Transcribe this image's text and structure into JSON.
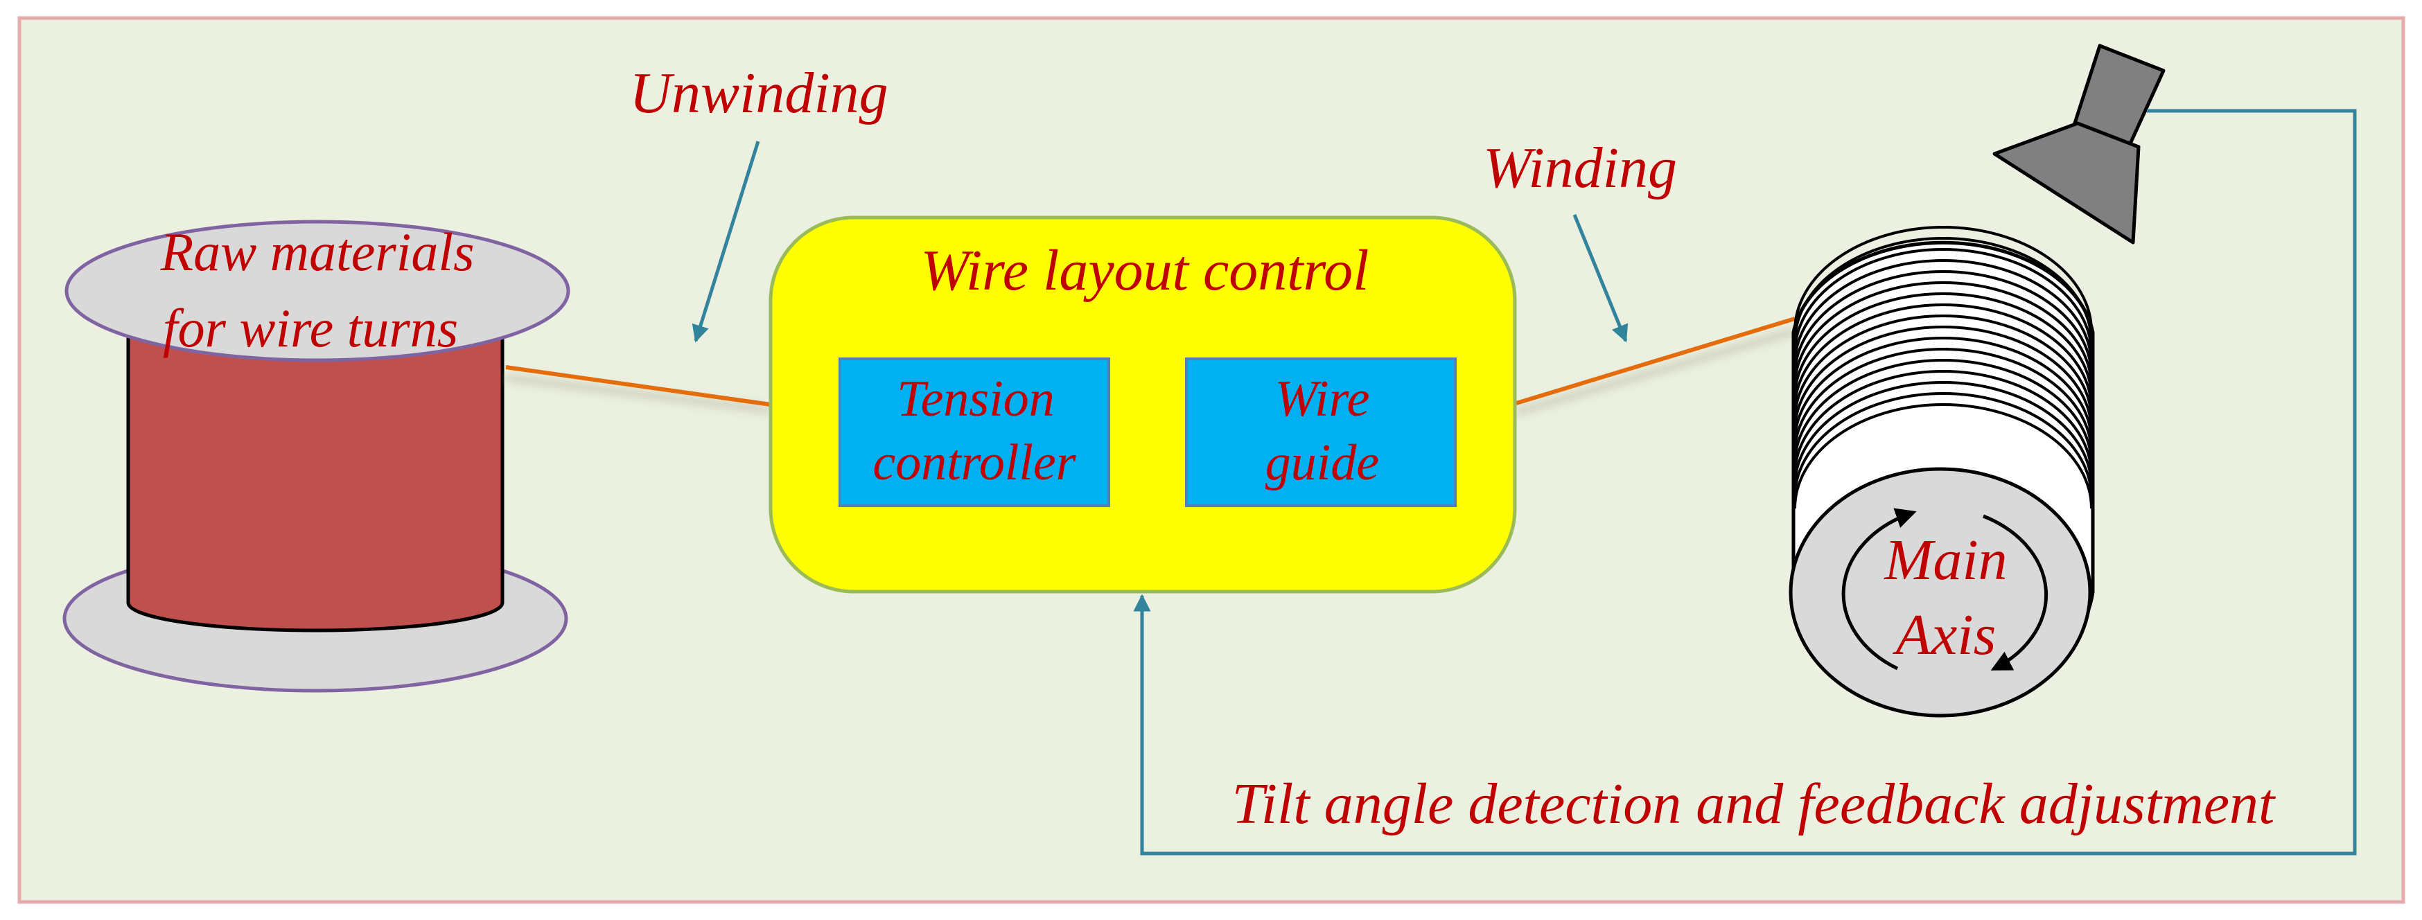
{
  "labels": {
    "unwinding": "Unwinding",
    "winding": "Winding",
    "raw_materials_line1": "Raw materials",
    "raw_materials_line2": "for wire turns",
    "wire_layout_control": "Wire layout control",
    "tension_line1": "Tension",
    "tension_line2": "controller",
    "wire_guide_line1": "Wire",
    "wire_guide_line2": "guide",
    "main_axis_line1": "Main",
    "main_axis_line2": "Axis",
    "feedback": "Tilt angle detection and feedback adjustment"
  },
  "colors": {
    "background": "#ebf0e0",
    "frame_border": "#e6aaaa",
    "text": "#c00000",
    "spool_body": "#c0504d",
    "spool_flange": "#d9d9d9",
    "flange_border": "#8064a2",
    "control_box": "#ffff00",
    "control_box_border": "#9bbb59",
    "sub_box": "#00b0f0",
    "sub_box_border": "#4f81bd",
    "wire": "#e46c0a",
    "feedback_line": "#31849b",
    "camera": "#808080",
    "coil_face": "#d9d9d9"
  },
  "icons": {
    "camera": "camera-sensor-icon",
    "rotation": "rotation-arrows-icon"
  }
}
